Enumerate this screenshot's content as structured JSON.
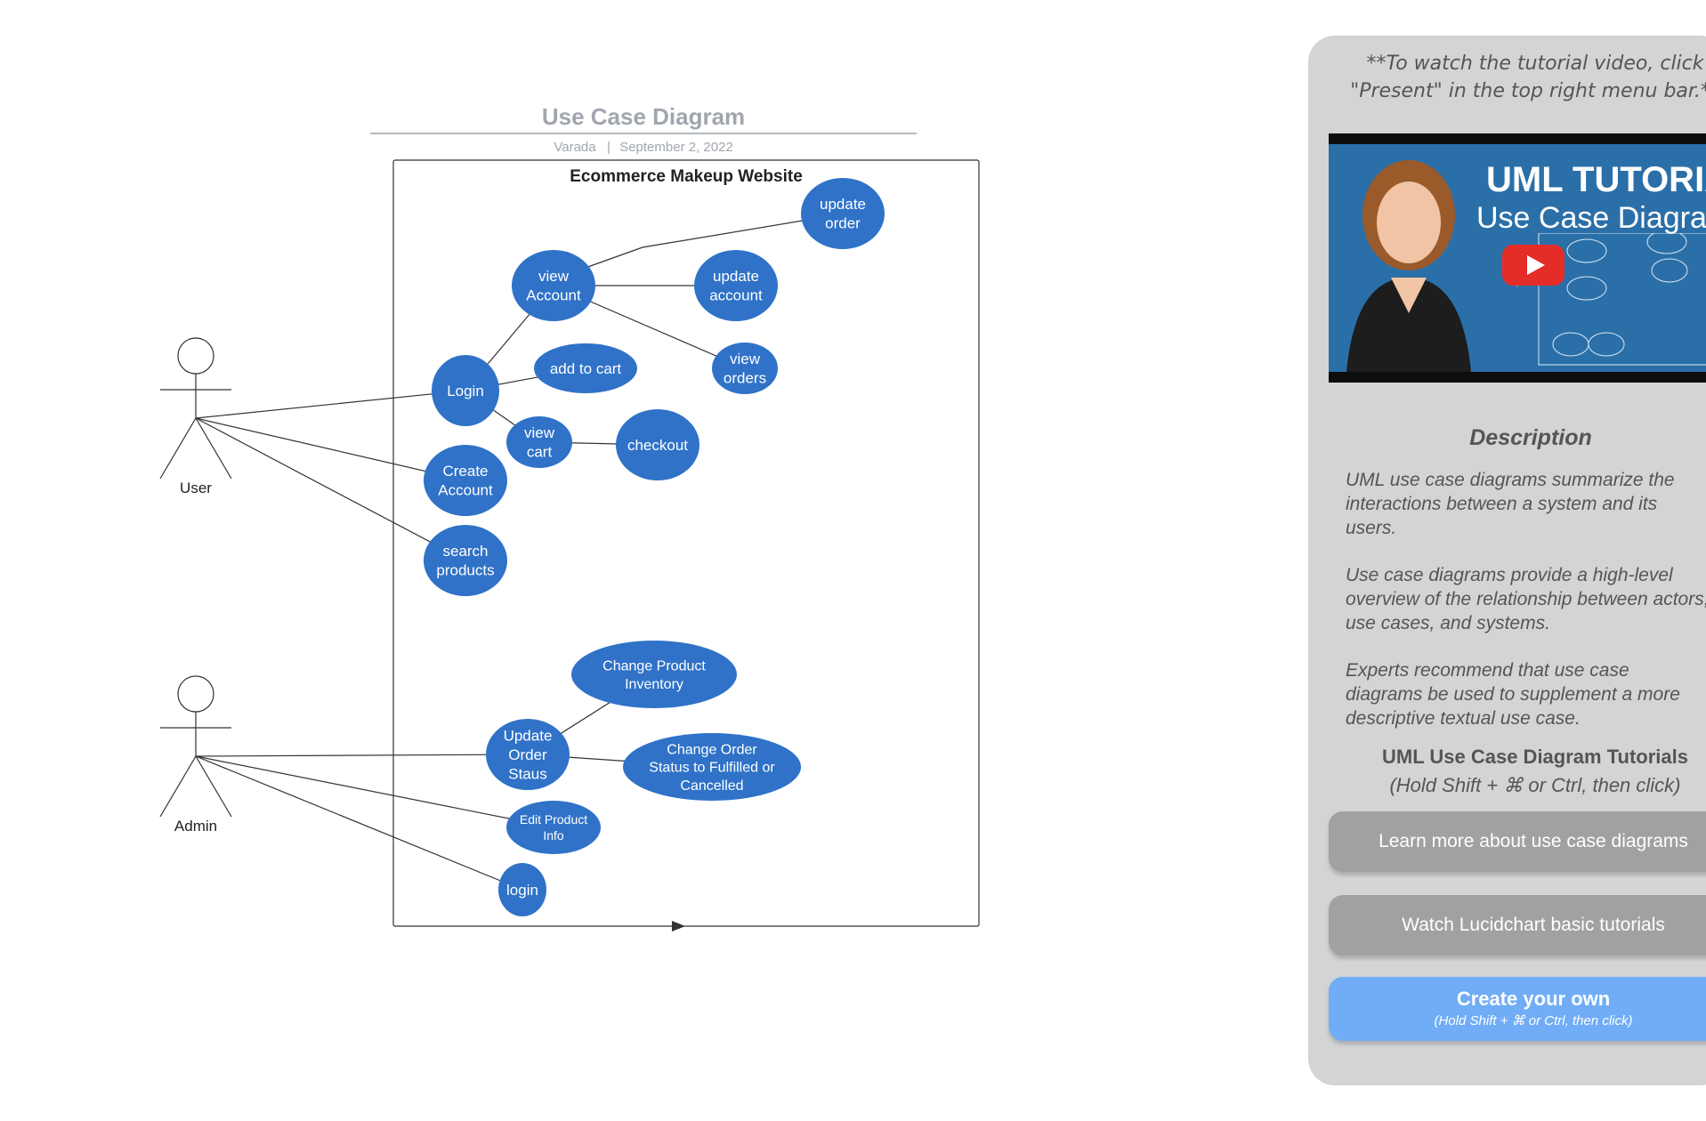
{
  "diagram": {
    "title": "Use Case Diagram",
    "author": "Varada",
    "separator": "|",
    "date": "September 2, 2022",
    "system_name": "Ecommerce Makeup Website",
    "actors": [
      {
        "id": "user",
        "label": "User"
      },
      {
        "id": "admin",
        "label": "Admin"
      }
    ],
    "use_cases": [
      {
        "id": "update-order",
        "lines": [
          "update",
          "order"
        ]
      },
      {
        "id": "view-account",
        "lines": [
          "view",
          "Account"
        ]
      },
      {
        "id": "update-account",
        "lines": [
          "update",
          "account"
        ]
      },
      {
        "id": "add-to-cart",
        "lines": [
          "add to cart"
        ]
      },
      {
        "id": "view-orders",
        "lines": [
          "view",
          "orders"
        ]
      },
      {
        "id": "login",
        "lines": [
          "Login"
        ]
      },
      {
        "id": "view-cart",
        "lines": [
          "view",
          "cart"
        ]
      },
      {
        "id": "checkout",
        "lines": [
          "checkout"
        ]
      },
      {
        "id": "create-account",
        "lines": [
          "Create",
          "Account"
        ]
      },
      {
        "id": "search-products",
        "lines": [
          "search",
          "products"
        ]
      },
      {
        "id": "change-product-inventory",
        "lines": [
          "Change Product",
          "Inventory"
        ]
      },
      {
        "id": "update-order-status",
        "lines": [
          "Update",
          "Order",
          "Staus"
        ]
      },
      {
        "id": "change-order-status",
        "lines": [
          "Change Order",
          "Status to  Fulfilled or",
          "Cancelled"
        ]
      },
      {
        "id": "edit-product-info",
        "lines": [
          "Edit Product",
          "Info"
        ]
      },
      {
        "id": "admin-login",
        "lines": [
          "login"
        ]
      }
    ],
    "connections": [
      [
        "user",
        "login"
      ],
      [
        "user",
        "create-account"
      ],
      [
        "user",
        "search-products"
      ],
      [
        "login",
        "view-account"
      ],
      [
        "login",
        "add-to-cart"
      ],
      [
        "login",
        "view-cart"
      ],
      [
        "view-account",
        "update-order"
      ],
      [
        "view-account",
        "update-account"
      ],
      [
        "view-account",
        "view-orders"
      ],
      [
        "view-cart",
        "checkout"
      ],
      [
        "admin",
        "update-order-status"
      ],
      [
        "admin",
        "edit-product-info"
      ],
      [
        "admin",
        "admin-login"
      ],
      [
        "update-order-status",
        "change-product-inventory"
      ],
      [
        "update-order-status",
        "change-order-status"
      ]
    ],
    "colors": {
      "use_case_fill": "#2f72c8",
      "use_case_text": "#ffffff",
      "line": "#333333",
      "title": "#a0a6ad"
    }
  },
  "sidebar": {
    "note": "**To watch the tutorial video, click \"Present\" in the top right menu bar.**",
    "video": {
      "title_line1": "UML TUTORIAL",
      "title_line2": "Use Case Diagram",
      "play_icon": "play-icon"
    },
    "description_title": "Description",
    "description_paragraphs": [
      "UML use case diagrams summarize the interactions between a system and its users.",
      "Use case diagrams provide a high-level overview of the relationship between actors, use cases, and systems.",
      "Experts recommend that use case diagrams be used to supplement a more descriptive textual use case."
    ],
    "tutorials_title": "UML Use Case Diagram Tutorials",
    "tutorials_hint": "(Hold Shift + ⌘ or Ctrl, then click)",
    "buttons": {
      "learn_more": "Learn more about use case diagrams",
      "watch": "Watch Lucidchart basic tutorials",
      "create": "Create your own",
      "create_hint": "(Hold Shift + ⌘ or Ctrl, then click)"
    },
    "colors": {
      "panel_bg": "#d2d4d6",
      "button_gray": "#9fa1a3",
      "button_blue": "#70adf6"
    }
  }
}
